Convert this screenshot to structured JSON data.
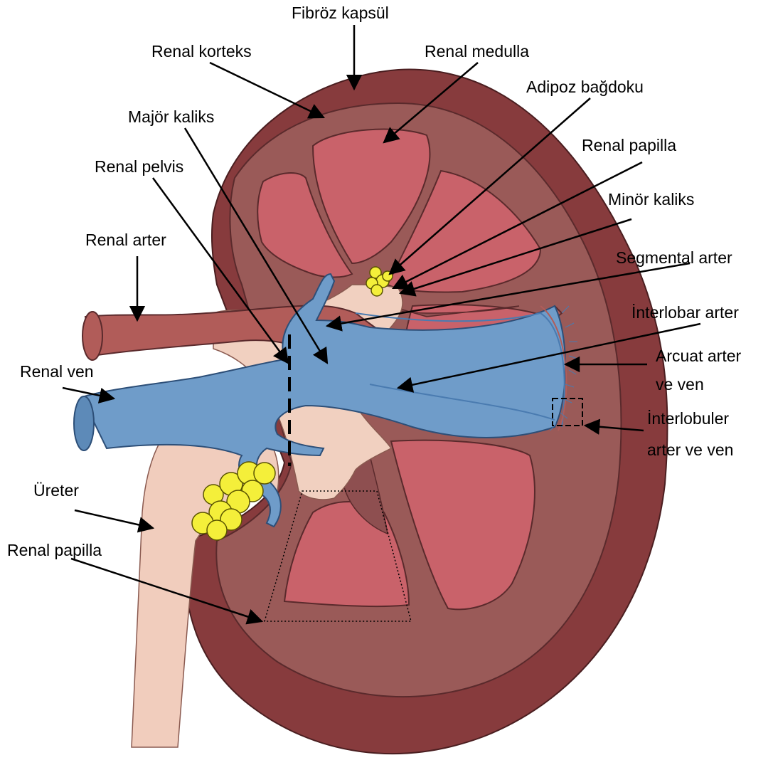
{
  "labels": {
    "fibrous_capsule": "Fibröz kapsül",
    "renal_cortex": "Renal korteks",
    "renal_medulla": "Renal medulla",
    "adipose_tissue": "Adipoz bağdoku",
    "major_calyx": "Majör kaliks",
    "renal_papilla_top": "Renal papilla",
    "renal_pelvis": "Renal pelvis",
    "minor_calyx": "Minör kaliks",
    "renal_artery": "Renal arter",
    "segmental_artery": "Segmental arter",
    "interlobar_artery": "İnterlobar arter",
    "renal_vein": "Renal ven",
    "arcuate_line1": "Arcuat arter",
    "arcuate_line2": "ve ven",
    "interlobular_line1": "İnterlobuler",
    "interlobular_line2": "arter ve ven",
    "ureter": "Üreter",
    "renal_papilla_bottom": "Renal papilla"
  },
  "colors": {
    "capsule": "#873b3d",
    "cortex": "#9a5a58",
    "medulla": "#c9626a",
    "medulla_column": "#8e4f50",
    "pelvis": "#f1d0c0",
    "artery": "#b15c59",
    "vein": "#6f9cc9",
    "fat": "#f4ef3a",
    "ureter": "#f1cdbd",
    "line": "#000000"
  }
}
